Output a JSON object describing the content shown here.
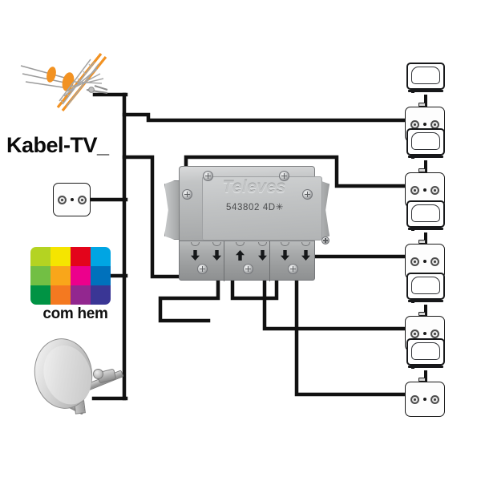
{
  "diagram": {
    "title": "TV signal distribution wiring diagram",
    "background_color": "#ffffff",
    "cable_color": "#111111"
  },
  "sources": {
    "antenna": {
      "name": "Yagi TV antenna",
      "icon": "tv-antenna-icon",
      "element_color": "#f29222",
      "boom_color": "#9a9a9a"
    },
    "kabel_tv": {
      "label": "Kabel-TV_",
      "outlet": {
        "icon": "coax-wall-outlet-icon",
        "ports": 2
      }
    },
    "com_hem": {
      "label": "com hem",
      "logo_colors": [
        "#b4d322",
        "#f5e500",
        "#e3041b",
        "#00a5e3",
        "#72bf44",
        "#f9a61a",
        "#ec008c",
        "#0071bc",
        "#009344",
        "#f47920",
        "#92278f",
        "#3a3695"
      ]
    },
    "satellite_dish": {
      "name": "Satellite dish",
      "icon": "satellite-dish-icon",
      "dish_color": "#cfcfcf"
    }
  },
  "splitter": {
    "name": "Televes multiswitch / splitter",
    "brand": "Televes",
    "model": "543802  4D✳",
    "housing_color": "#b4b6b7",
    "ports": [
      {
        "id": "port-1",
        "direction": "down"
      },
      {
        "id": "port-2",
        "direction": "down"
      },
      {
        "id": "port-3",
        "direction": "up"
      },
      {
        "id": "port-4",
        "direction": "down"
      },
      {
        "id": "port-5",
        "direction": "down"
      },
      {
        "id": "port-6",
        "direction": "down"
      }
    ]
  },
  "outlets": [
    {
      "id": "outlet-1",
      "icon": "coax-wall-outlet-icon",
      "tv": "tv-1"
    },
    {
      "id": "outlet-2",
      "icon": "coax-wall-outlet-icon",
      "tv": "tv-2"
    },
    {
      "id": "outlet-3",
      "icon": "coax-wall-outlet-icon",
      "tv": "tv-3"
    },
    {
      "id": "outlet-4",
      "icon": "coax-wall-outlet-icon",
      "tv": "tv-4"
    },
    {
      "id": "outlet-5",
      "icon": "coax-wall-outlet-icon",
      "tv": "tv-5"
    }
  ],
  "televisions": [
    {
      "id": "tv-1",
      "icon": "television-icon"
    },
    {
      "id": "tv-2",
      "icon": "television-icon"
    },
    {
      "id": "tv-3",
      "icon": "television-icon"
    },
    {
      "id": "tv-4",
      "icon": "television-icon"
    },
    {
      "id": "tv-5",
      "icon": "television-icon"
    }
  ]
}
